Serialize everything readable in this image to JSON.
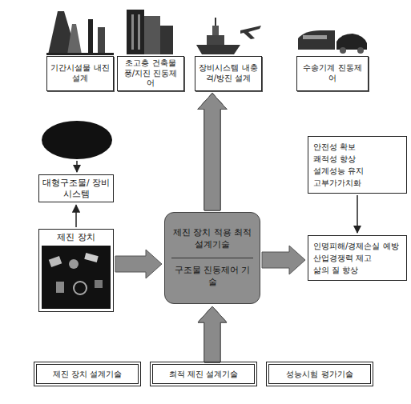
{
  "diagram": {
    "nodes": [
      {
        "text": [
          "기간시설물 내진설계"
        ]
      },
      {
        "text": [
          "초고층 건축물 풍/지진 진동제어"
        ]
      },
      {
        "text": [
          "장비시스템 내충격/방진 설계"
        ]
      },
      {
        "text": [
          "수송기계 진동제어"
        ]
      },
      {
        "text": [
          "대형구조물/ 장비시스템"
        ]
      },
      {
        "text": [
          "제진 장치"
        ]
      },
      {
        "text": [
          "제진 장치 적용 최적 설계기술",
          "구조물 진동제어 기술"
        ]
      },
      {
        "text": [
          "안전성 확보",
          "쾌적성 향상",
          "설계성능 유지",
          "고부가가치화"
        ]
      },
      {
        "text": [
          "인명피해/경제손실 예방",
          "산업경쟁력 제고",
          "삶의 질 향상"
        ]
      },
      {
        "text": [
          "제진 장치 설계기술"
        ]
      },
      {
        "text": [
          "최적 제진 설계기술"
        ]
      },
      {
        "text": [
          "성능시험 평가기술"
        ]
      }
    ],
    "edges": [
      {
        "from": 5,
        "to": 4,
        "arrow": "to"
      },
      {
        "from": 5,
        "to": 6,
        "arrow": "to"
      },
      {
        "from": 6,
        "to": 0,
        "arrow": "to"
      },
      {
        "from": 6,
        "to": 1,
        "arrow": "to"
      },
      {
        "from": 6,
        "to": 2,
        "arrow": "to"
      },
      {
        "from": 6,
        "to": 3,
        "arrow": "to"
      },
      {
        "from": 6,
        "to": 8,
        "arrow": "to"
      },
      {
        "from": 7,
        "to": 8,
        "arrow": "to"
      },
      {
        "from": 9,
        "to": 6,
        "arrow": "to"
      },
      {
        "from": 10,
        "to": 6,
        "arrow": "to"
      },
      {
        "from": 11,
        "to": 6,
        "arrow": "to"
      }
    ]
  }
}
